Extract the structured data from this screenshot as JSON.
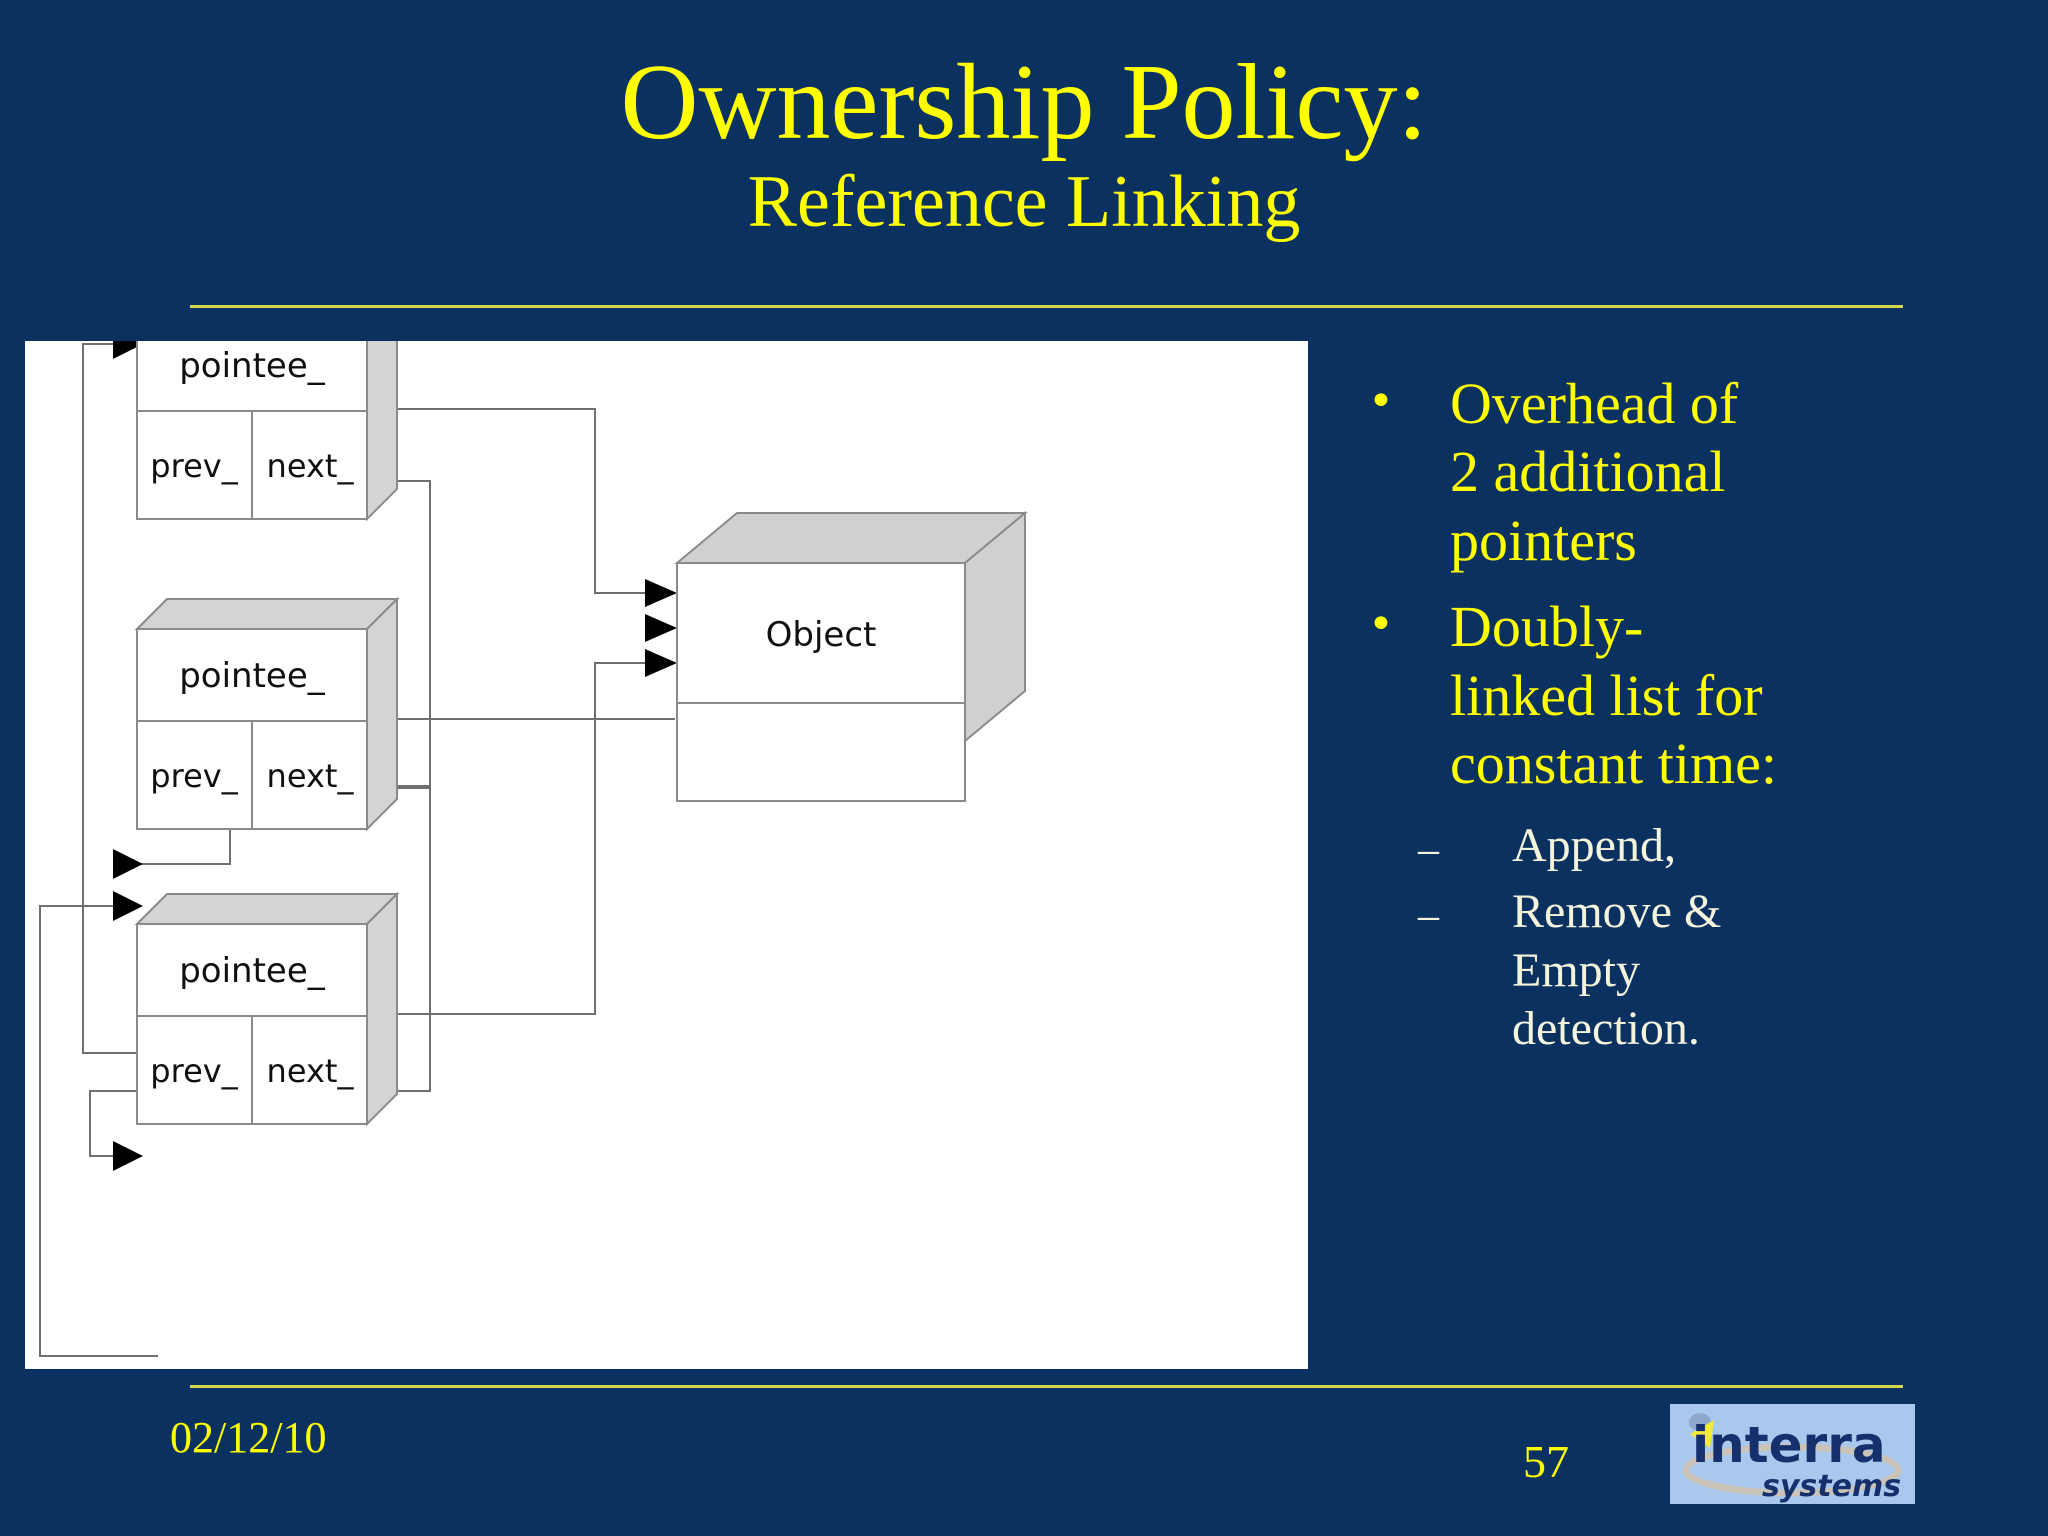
{
  "slide": {
    "background_color": "#0b3160",
    "accent_color": "#ffff00",
    "rule_color": "#d6d64a",
    "subbullet_color": "#f4f3dc",
    "title": "Ownership Policy:",
    "subtitle": "Reference Linking"
  },
  "diagram": {
    "object_node": {
      "label": "Object"
    },
    "nodes": [
      {
        "pointee": "pointee_",
        "prev": "prev_",
        "next": "next_"
      },
      {
        "pointee": "pointee_",
        "prev": "prev_",
        "next": "next_"
      },
      {
        "pointee": "pointee_",
        "prev": "prev_",
        "next": "next_"
      }
    ]
  },
  "bullets": [
    {
      "marker": "•",
      "text": "Overhead of 2 additional pointers"
    },
    {
      "marker": "•",
      "text": "Doubly-linked list for constant time:"
    }
  ],
  "sub_bullets": [
    {
      "marker": "–",
      "text": "Append,"
    },
    {
      "marker": "–",
      "text": "Remove & Empty detection."
    }
  ],
  "footer": {
    "date": "02/12/10",
    "page_number": "57",
    "logo_primary": "interra",
    "logo_secondary": "systems"
  }
}
